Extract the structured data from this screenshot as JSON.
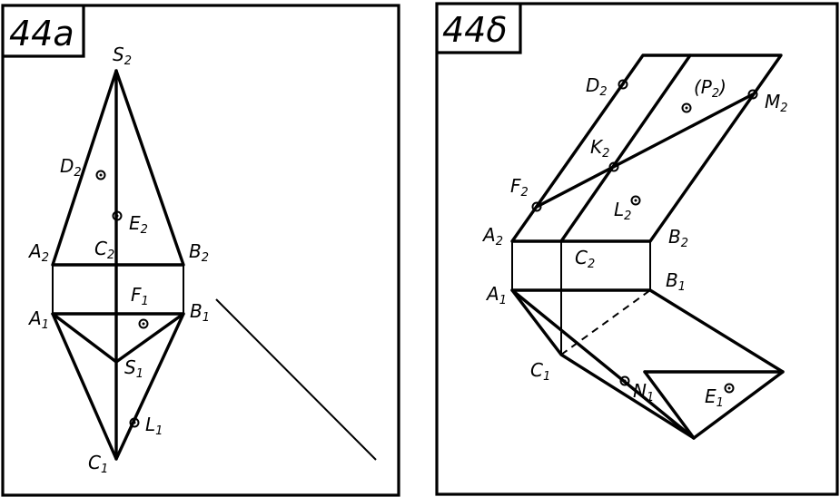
{
  "left_panel": {
    "title": "44a",
    "points": {
      "S2": {
        "base": "S",
        "sub": "2"
      },
      "D2": {
        "base": "D",
        "sub": "2"
      },
      "E2": {
        "base": "E",
        "sub": "2"
      },
      "A2": {
        "base": "A",
        "sub": "2"
      },
      "C2": {
        "base": "C",
        "sub": "2"
      },
      "B2": {
        "base": "B",
        "sub": "2"
      },
      "F1": {
        "base": "F",
        "sub": "1"
      },
      "A1": {
        "base": "A",
        "sub": "1"
      },
      "B1": {
        "base": "B",
        "sub": "1"
      },
      "S1": {
        "base": "S",
        "sub": "1"
      },
      "L1": {
        "base": "L",
        "sub": "1"
      },
      "C1": {
        "base": "C",
        "sub": "1"
      }
    }
  },
  "right_panel": {
    "title": "44δ",
    "points": {
      "D2": {
        "base": "D",
        "sub": "2"
      },
      "P2": {
        "base": "(P",
        "sub": "2",
        "suffix": ")"
      },
      "M2": {
        "base": "M",
        "sub": "2"
      },
      "K2": {
        "base": "K",
        "sub": "2"
      },
      "F2": {
        "base": "F",
        "sub": "2"
      },
      "L2": {
        "base": "L",
        "sub": "2"
      },
      "A2": {
        "base": "A",
        "sub": "2"
      },
      "C2": {
        "base": "C",
        "sub": "2"
      },
      "B2": {
        "base": "B",
        "sub": "2"
      },
      "A1": {
        "base": "A",
        "sub": "1"
      },
      "B1": {
        "base": "B",
        "sub": "1"
      },
      "C1": {
        "base": "C",
        "sub": "1"
      },
      "N1": {
        "base": "N",
        "sub": "1"
      },
      "E1": {
        "base": "E",
        "sub": "1"
      }
    }
  }
}
